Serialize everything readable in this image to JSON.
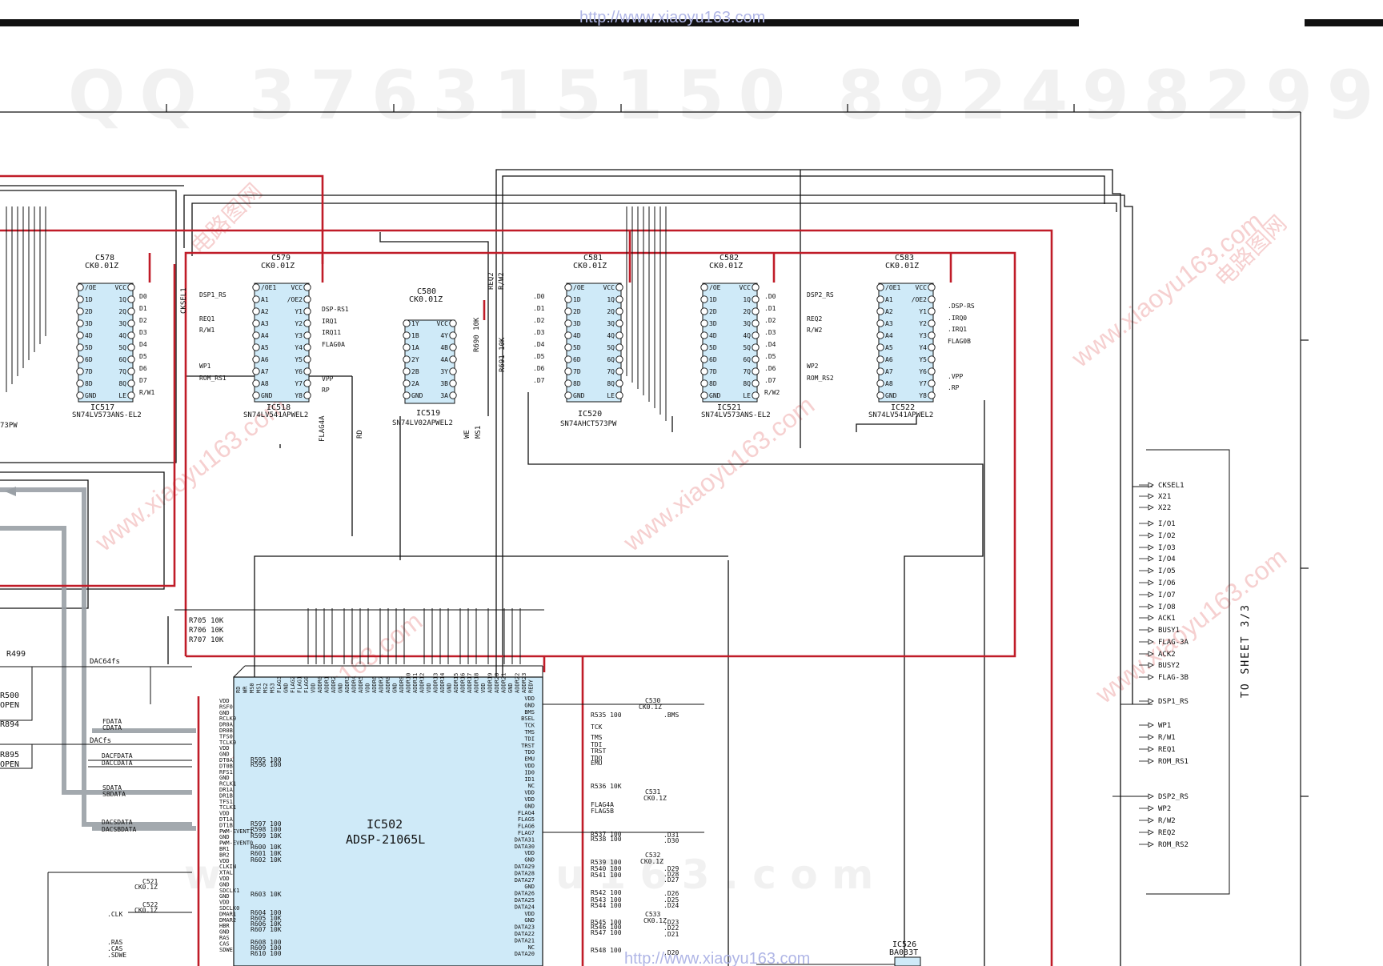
{
  "watermarks": {
    "url": "http://www.xiaoyu163.com",
    "qq_banner": "QQ 376315150  892498299",
    "url_diagonal": "www.xiaoyu163.com",
    "site_bottom": "w w w . x i a o y u 1 6 3 . c o m",
    "bottom_url": "http://www.xiaoyu163.com",
    "cn_brand": "电路图网"
  },
  "sheet": {
    "reference": "TO SHEET 3/3"
  },
  "colors": {
    "bus_red": "#c01c28",
    "ic_fill": "#cfeaf8",
    "wire": "#111111",
    "watermark": "#b0b6e6"
  },
  "ics": {
    "ic517": {
      "ref": "IC517",
      "part": "SN74LV573ANS-EL2",
      "cap_ref": "C578",
      "cap_val": "CK0.01Z"
    },
    "ic518": {
      "ref": "IC518",
      "part": "SN74LV541APWEL2",
      "cap_ref": "C579",
      "cap_val": "CK0.01Z"
    },
    "ic519": {
      "ref": "IC519",
      "part": "SN74LV02APWEL2",
      "cap_ref": "C580",
      "cap_val": "CK0.01Z"
    },
    "ic520": {
      "ref": "IC520",
      "part": "SN74AHCT573PW",
      "cap_ref": "C581",
      "cap_val": "CK0.01Z"
    },
    "ic521": {
      "ref": "IC521",
      "part": "SN74LV573ANS-EL2",
      "cap_ref": "C582",
      "cap_val": "CK0.01Z"
    },
    "ic522": {
      "ref": "IC522",
      "part": "SN74LV541APWEL2",
      "cap_ref": "C583",
      "cap_val": "CK0.01Z"
    },
    "ic502": {
      "ref": "IC502",
      "part": "ADSP-21065L"
    },
    "ic526": {
      "ref": "IC526",
      "part": "BA033T"
    },
    "left_partial": "73PW"
  },
  "latch_pins_left": [
    "/OE",
    "1D",
    "2D",
    "3D",
    "4D",
    "5D",
    "6D",
    "7D",
    "8D",
    "GND"
  ],
  "latch_pins_right": [
    "VCC",
    "1Q",
    "2Q",
    "3Q",
    "4Q",
    "5Q",
    "6Q",
    "7Q",
    "8Q",
    "LE"
  ],
  "buf_pins_left": [
    "/OE1",
    "A1",
    "A2",
    "A3",
    "A4",
    "A5",
    "A6",
    "A7",
    "A8",
    "GND"
  ],
  "buf_pins_right": [
    "VCC",
    "/OE2",
    "Y1",
    "Y2",
    "Y3",
    "Y4",
    "Y5",
    "Y6",
    "Y7",
    "Y8"
  ],
  "nor_pins_left": [
    "1Y",
    "1B",
    "1A",
    "2Y",
    "2B",
    "2A",
    "GND"
  ],
  "nor_pins_right": [
    "VCC",
    "4Y",
    "4B",
    "4A",
    "3Y",
    "3B",
    "3A"
  ],
  "net_labels": {
    "ic517_out": [
      "D0",
      "D1",
      "D2",
      "D3",
      "D4",
      "D5",
      "D6",
      "D7",
      "R/W1"
    ],
    "ic518_in": [
      "DSP1_RS",
      "REQ1",
      "R/W1",
      "WP1",
      "ROM_RS1"
    ],
    "ic518_out": [
      "DSP-RS1",
      "IRQ1",
      "IRQ11",
      "FLAG0A",
      "VPP",
      "RP"
    ],
    "ic520_in": [
      ".D0",
      ".D1",
      ".D2",
      ".D3",
      ".D4",
      ".D5",
      ".D6",
      ".D7"
    ],
    "ic521_out": [
      ".D0",
      ".D1",
      ".D2",
      ".D3",
      ".D4",
      ".D5",
      ".D6",
      ".D7",
      "R/W2"
    ],
    "ic522_in": [
      "DSP2_RS",
      "REQ2",
      "R/W2",
      "WP2",
      "ROM_RS2"
    ],
    "ic522_out": [
      ".DSP-RS",
      ".IRQ0",
      ".IRQ1",
      "FLAG0B",
      ".VPP",
      ".RP"
    ],
    "vertical": [
      "CKSEL1",
      "REQ2",
      "R/W2",
      "R690 10K",
      "R691 10K",
      "FLAG4A",
      "RD",
      "WE",
      "MS1"
    ],
    "resistors_left": [
      "R499",
      "R500",
      "OPEN",
      "R894",
      "R895",
      "OPEN"
    ],
    "audio": [
      "DAC64fs",
      "FDATA",
      "CDATA",
      "DACfs",
      "DACFDATA",
      "DACCDATA",
      "SDATA",
      "SBDATA",
      "DACSDATA",
      "DACSBDATA"
    ],
    "caps_bottom": [
      "C521",
      "CK0.1Z",
      "C522",
      "CK0.1Z",
      ".CLK"
    ],
    "ram": [
      ".RAS",
      ".CAS",
      ".SDWE"
    ],
    "right_caps": [
      "C530",
      "CK0.1Z",
      "C531",
      "CK0.1Z",
      "C532",
      "CK0.1Z",
      "C533",
      "CK0.1Z"
    ],
    "right_data": [
      ".BMS",
      ".D31",
      ".D30",
      ".D29",
      ".D28",
      ".D27",
      ".D26",
      ".D25",
      ".D24",
      ".D23",
      ".D22",
      ".D21",
      ".D20"
    ],
    "top_resistors": [
      "R705 10K",
      "R706 10K",
      "R707 10K"
    ]
  },
  "ic502_left_pins": [
    "VDD",
    "RSF0",
    "GND",
    "RCLK0",
    "DR0A",
    "DR0B",
    "TFS0",
    "TCLK0",
    "VDD",
    "GND",
    "DT0A",
    "DT0B",
    "RFS1",
    "GND",
    "RCLK1",
    "DR1A",
    "DR1B",
    "TFS1",
    "TCLK1",
    "VDD",
    "DT1A",
    "DT1B",
    "PWM-EVENT1",
    "GND",
    "PWM-EVENT0",
    "BR1",
    "BR2",
    "VDD",
    "CLKIN",
    "XTAL",
    "VDD",
    "GND",
    "SDCLK1",
    "GND",
    "VDD",
    "SDCLK0",
    "DMAR1",
    "DMAR2",
    "HBR",
    "GND",
    "RAS",
    "CAS",
    "SDWE"
  ],
  "ic502_left_resistors": [
    "R595 100",
    "R596 100",
    "R597 100",
    "R598 100",
    "R599 10K",
    "R600 10K",
    "R601 10K",
    "R602 10K",
    "R603 10K",
    "R604 100",
    "R605 10K",
    "R606 10K",
    "R607 10K",
    "R608 100",
    "R609 100",
    "R610 100"
  ],
  "ic502_right_pins": [
    "VDD",
    "GND",
    "BMS",
    "BSEL",
    "TCK",
    "TMS",
    "TDI",
    "TRST",
    "TDO",
    "EMU",
    "VDD",
    "ID0",
    "ID1",
    "NC",
    "VDD",
    "VDD",
    "GND",
    "FLAG4",
    "FLAG5",
    "FLAG6",
    "FLAG7",
    "DATA31",
    "DATA30",
    "VDD",
    "GND",
    "DATA29",
    "DATA28",
    "DATA27",
    "GND",
    "DATA26",
    "DATA25",
    "DATA24",
    "VDD",
    "GND",
    "DATA23",
    "DATA22",
    "DATA21",
    "NC",
    "DATA20"
  ],
  "ic502_right_nets": [
    "R535 100",
    "TCK",
    "TMS",
    "TDI",
    "TRST",
    "TDO",
    "EMU",
    "R536 10K",
    "FLAG4A",
    "FLAG5B",
    "R537 100",
    "R538 100",
    "R539 100",
    "R540 100",
    "R541 100",
    "R542 100",
    "R543 100",
    "R544 100",
    "R545 100",
    "R546 100",
    "R547 100",
    "R548 100"
  ],
  "ic502_top_pins": [
    "RD",
    "WR",
    "MS0",
    "MS1",
    "MS2",
    "MS3",
    "FLAG3",
    "GND",
    "FLAG2",
    "FLAG1",
    "FLAG0",
    "VDD",
    "ADDR0",
    "ADDR1",
    "ADDR2",
    "GND",
    "ADDR3",
    "ADDR4",
    "ADDR5",
    "VDD",
    "ADDR6",
    "ADDR7",
    "ADDR8",
    "GND",
    "ADDR9",
    "ADDR10",
    "ADDR11",
    "ADDR12",
    "VDD",
    "ADDR13",
    "ADDR14",
    "GND",
    "ADDR15",
    "ADDR16",
    "ADDR17",
    "ADDR18",
    "VDD",
    "ADDR19",
    "ADDR20",
    "ADDR21",
    "GND",
    "ADDR22",
    "ADDR23",
    "REDY"
  ],
  "right_connector": [
    "CKSEL1",
    "X21",
    "X22",
    "I/O1",
    "I/O2",
    "I/O3",
    "I/O4",
    "I/O5",
    "I/O6",
    "I/O7",
    "I/O8",
    "ACK1",
    "BUSY1",
    "FLAG-3A",
    "ACK2",
    "BUSY2",
    "FLAG-3B",
    "DSP1_RS",
    "WP1",
    "R/W1",
    "REQ1",
    "ROM_RS1",
    "DSP2_RS",
    "WP2",
    "R/W2",
    "REQ2",
    "ROM_RS2"
  ]
}
